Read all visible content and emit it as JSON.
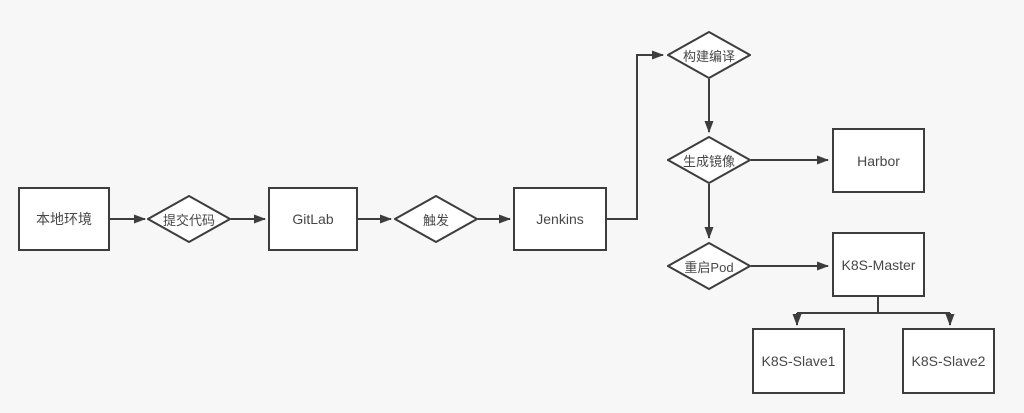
{
  "colors": {
    "background": "#f7f7f7",
    "node_fill": "#ffffff",
    "stroke": "#3d3d3d",
    "text": "#474747"
  },
  "nodes": {
    "local_env": {
      "label": "本地环境",
      "shape": "rect"
    },
    "commit_code": {
      "label": "提交代码",
      "shape": "diamond"
    },
    "gitlab": {
      "label": "GitLab",
      "shape": "rect"
    },
    "trigger": {
      "label": "触发",
      "shape": "diamond"
    },
    "jenkins": {
      "label": "Jenkins",
      "shape": "rect"
    },
    "build_compile": {
      "label": "构建编译",
      "shape": "diamond"
    },
    "make_image": {
      "label": "生成镜像",
      "shape": "diamond"
    },
    "harbor": {
      "label": "Harbor",
      "shape": "rect"
    },
    "restart_pod": {
      "label": "重启Pod",
      "shape": "diamond"
    },
    "k8s_master": {
      "label": "K8S-Master",
      "shape": "rect"
    },
    "k8s_slave1": {
      "label": "K8S-Slave1",
      "shape": "rect"
    },
    "k8s_slave2": {
      "label": "K8S-Slave2",
      "shape": "rect"
    }
  },
  "edges": [
    {
      "from": "local_env",
      "to": "commit_code"
    },
    {
      "from": "commit_code",
      "to": "gitlab"
    },
    {
      "from": "gitlab",
      "to": "trigger"
    },
    {
      "from": "trigger",
      "to": "jenkins"
    },
    {
      "from": "jenkins",
      "to": "build_compile"
    },
    {
      "from": "build_compile",
      "to": "make_image"
    },
    {
      "from": "make_image",
      "to": "harbor"
    },
    {
      "from": "make_image",
      "to": "restart_pod"
    },
    {
      "from": "restart_pod",
      "to": "k8s_master"
    },
    {
      "from": "k8s_master",
      "to": "k8s_slave1"
    },
    {
      "from": "k8s_master",
      "to": "k8s_slave2"
    }
  ]
}
